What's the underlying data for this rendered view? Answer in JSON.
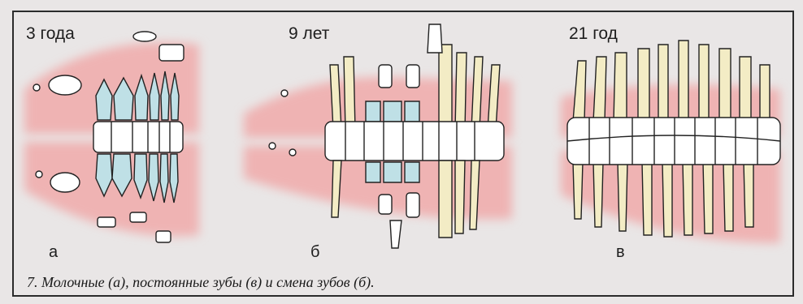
{
  "figure": {
    "panels": [
      {
        "age_label": "3 года",
        "letter": "а"
      },
      {
        "age_label": "9 лет",
        "letter": "б"
      },
      {
        "age_label": "21 год",
        "letter": "в"
      }
    ],
    "caption": "7. Молочные (а), постоянные зубы (в) и смена зубов (б)."
  },
  "colors": {
    "gum": "#efb3b3",
    "baby_tooth": "#bfe0e6",
    "root": "#f3ecc5",
    "crown": "#ffffff",
    "outline": "#222222"
  }
}
